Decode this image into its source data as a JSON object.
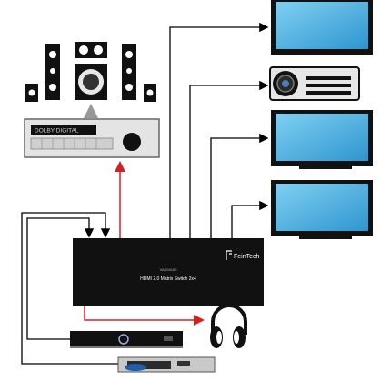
{
  "receiver": {
    "badge_label": "DOLBY DIGITAL"
  },
  "switch": {
    "brand": "FeinTech",
    "model_code": "VAX04100",
    "title": "HDMI 2.0 Matrix Switch 2x4"
  },
  "colors": {
    "connector_line": "#000000",
    "audio_line": "#d62020",
    "screen_blue": "#4ab0e0",
    "device_body": "#111111"
  },
  "icons": [
    "speaker-icon",
    "tv-icon",
    "projector-icon",
    "headphones-icon",
    "set-top-box-icon",
    "blu-ray-player-icon",
    "audio-receiver-icon"
  ]
}
